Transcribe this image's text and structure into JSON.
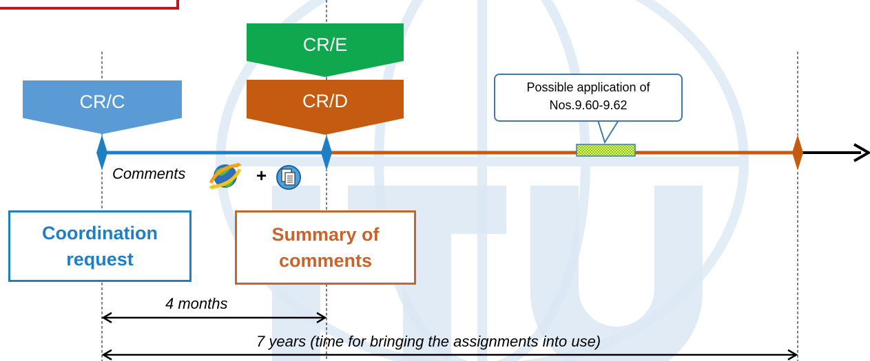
{
  "labels": {
    "cr_c": "CR/C",
    "cr_e": "CR/E",
    "cr_d": "CR/D"
  },
  "callout": {
    "line1": "Possible application of",
    "line2": "Nos.9.60-9.62"
  },
  "timeline": {
    "comments": "Comments",
    "plus": "+"
  },
  "boxes": {
    "coordination_line1": "Coordination",
    "coordination_line2": "request",
    "summary_line1": "Summary of",
    "summary_line2": "comments"
  },
  "durations": {
    "four_months": "4 months",
    "seven_years": "7 years (time for bringing the assignments into use)"
  },
  "colors": {
    "blue": "#5b9bd5",
    "green": "#0fa84f",
    "orange": "#c55a11",
    "red": "#c0161d"
  }
}
